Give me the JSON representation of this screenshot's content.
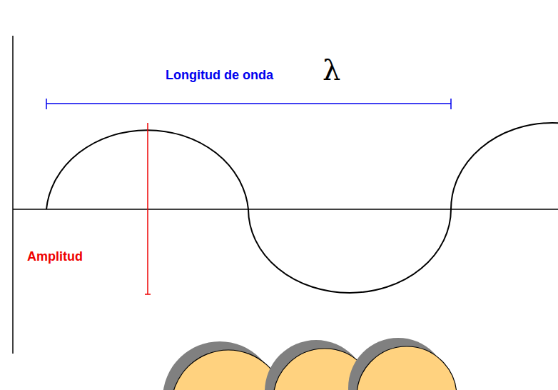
{
  "diagram": {
    "labels": [
      "Longitud de onda",
      "λ",
      "Amplitud"
    ]
  }
}
